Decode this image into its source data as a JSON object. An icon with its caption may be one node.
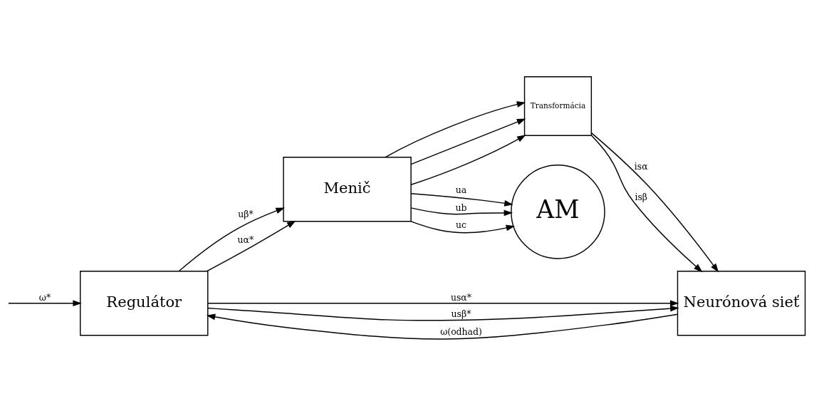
{
  "diagram": {
    "nodes": [
      {
        "text": [
          "Regulátor"
        ]
      },
      {
        "text": [
          "Menič"
        ]
      },
      {
        "text": [
          "Transformácia"
        ]
      },
      {
        "text": [
          "Neurónová sieť"
        ]
      },
      {
        "text": [
          "AM"
        ]
      }
    ],
    "edges": [
      {
        "from": null,
        "to": 0,
        "arrow": "to",
        "label": "ω*"
      },
      {
        "from": 0,
        "to": 1,
        "arrow": "to",
        "label": "uβ*"
      },
      {
        "from": 0,
        "to": 1,
        "arrow": "to",
        "label": "uα*"
      },
      {
        "from": 0,
        "to": 3,
        "arrow": "to",
        "label": "usα*"
      },
      {
        "from": 0,
        "to": 3,
        "arrow": "to",
        "label": "usβ*"
      },
      {
        "from": 3,
        "to": 0,
        "arrow": "to",
        "label": "ω(odhad)"
      },
      {
        "from": 1,
        "to": 4,
        "arrow": "to",
        "label": "ua"
      },
      {
        "from": 1,
        "to": 4,
        "arrow": "to",
        "label": "ub"
      },
      {
        "from": 1,
        "to": 4,
        "arrow": "to",
        "label": "uc"
      },
      {
        "from": 1,
        "to": 2,
        "arrow": "to"
      },
      {
        "from": 1,
        "to": 2,
        "arrow": "to"
      },
      {
        "from": 1,
        "to": 2,
        "arrow": "to"
      },
      {
        "from": 2,
        "to": 3,
        "arrow": "to",
        "label": "isα"
      },
      {
        "from": 2,
        "to": 3,
        "arrow": "to",
        "label": "isβ"
      }
    ]
  }
}
